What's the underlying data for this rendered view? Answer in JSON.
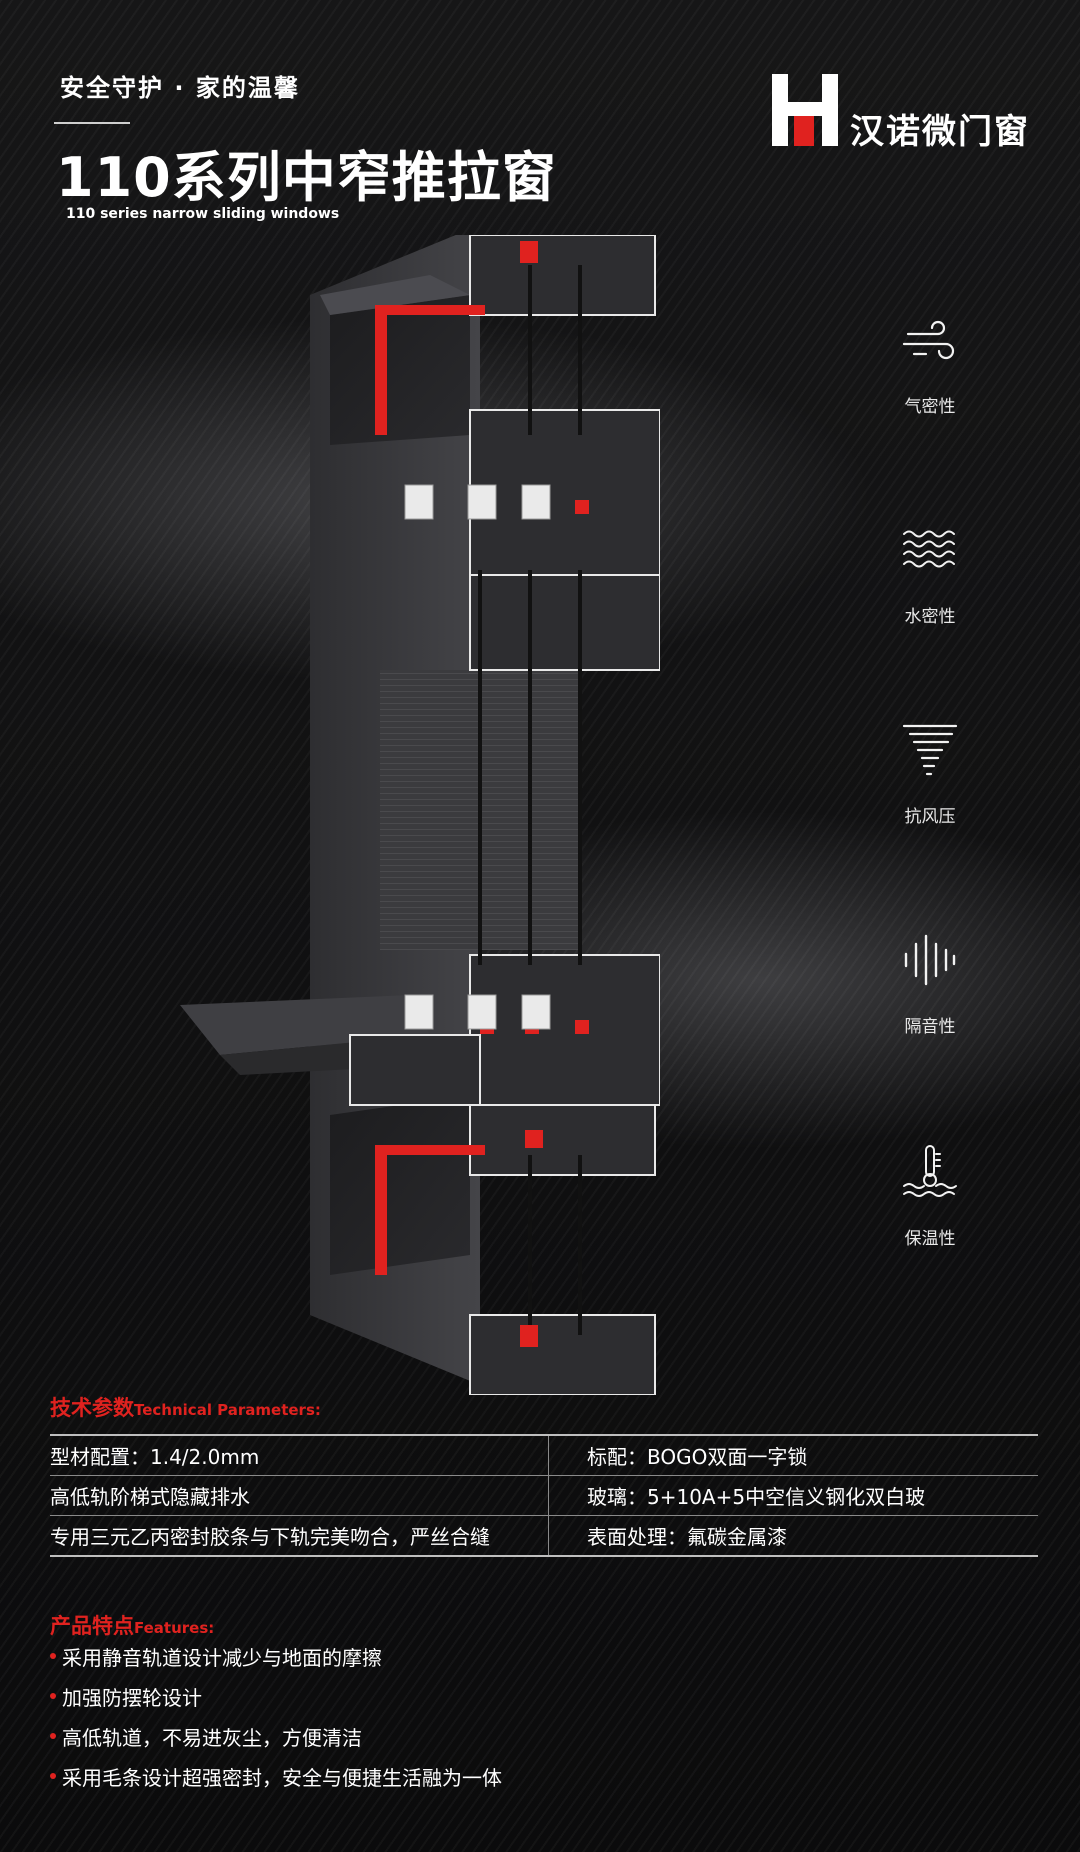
{
  "header": {
    "tagline": "安全守护 · 家的温馨",
    "title": "110系列中窄推拉窗",
    "subtitle": "110 series narrow sliding windows"
  },
  "brand": {
    "name": "汉诺微门窗",
    "mark": "H"
  },
  "colors": {
    "accent": "#e0221f",
    "background": "#0d0d0e",
    "profile": "#3a3a3d"
  },
  "features": [
    {
      "icon": "wind-icon",
      "label": "气密性"
    },
    {
      "icon": "water-wave-icon",
      "label": "水密性"
    },
    {
      "icon": "tornado-icon",
      "label": "抗风压"
    },
    {
      "icon": "sound-wave-icon",
      "label": "隔音性"
    },
    {
      "icon": "thermometer-icon",
      "label": "保温性"
    }
  ],
  "technical": {
    "heading_zh": "技术参数",
    "heading_en": "Technical Parameters:",
    "rows": [
      {
        "left": "型材配置：1.4/2.0mm",
        "right": "标配：BOGO双面一字锁"
      },
      {
        "left": "高低轨阶梯式隐藏排水",
        "right": "玻璃：5+10A+5中空信义钢化双白玻"
      },
      {
        "left": "专用三元乙丙密封胶条与下轨完美吻合，严丝合缝",
        "right": "表面处理：氟碳金属漆"
      }
    ]
  },
  "product_features": {
    "heading_zh": "产品特点",
    "heading_en": "Features:",
    "items": [
      "采用静音轨道设计减少与地面的摩擦",
      "加强防摆轮设计",
      "高低轨道，不易进灰尘，方便清洁",
      "采用毛条设计超强密封，安全与便捷生活融为一体"
    ]
  }
}
